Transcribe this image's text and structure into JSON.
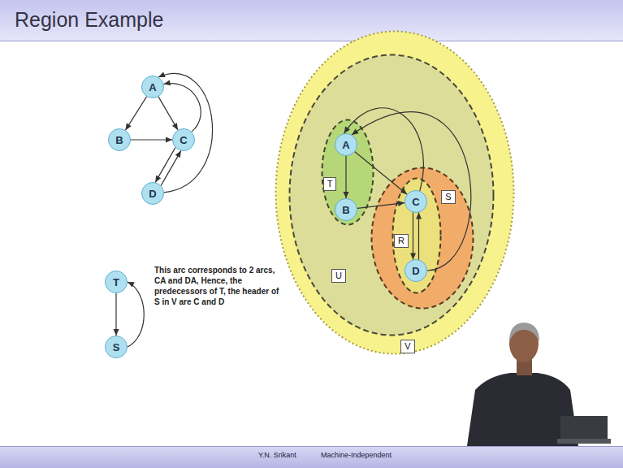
{
  "diagram": {
    "title": "Region Example",
    "nodes": [
      {
        "text": [
          "A"
        ]
      },
      {
        "text": [
          "B"
        ]
      },
      {
        "text": [
          "C"
        ]
      },
      {
        "text": [
          "D"
        ]
      },
      {
        "text": [
          "T"
        ]
      },
      {
        "text": [
          "S"
        ]
      },
      {
        "text": [
          "V"
        ]
      },
      {
        "text": [
          "U"
        ],
        "in": 6
      },
      {
        "text": [
          "T"
        ],
        "in": 7
      },
      {
        "text": [
          "A"
        ],
        "in": 8
      },
      {
        "text": [
          "B"
        ],
        "in": 8
      },
      {
        "text": [
          "S"
        ],
        "in": 7
      },
      {
        "text": [
          "R"
        ],
        "in": 11
      },
      {
        "text": [
          "C"
        ],
        "in": 12
      },
      {
        "text": [
          "D"
        ],
        "in": 12
      }
    ],
    "edges": [
      {
        "from": 0,
        "to": 1,
        "arrow": "to"
      },
      {
        "from": 0,
        "to": 2,
        "arrow": "to"
      },
      {
        "from": 1,
        "to": 2,
        "arrow": "to"
      },
      {
        "from": 2,
        "to": 3,
        "arrow": "to"
      },
      {
        "from": 3,
        "to": 2,
        "arrow": "to"
      },
      {
        "from": 2,
        "to": 0,
        "arrow": "to"
      },
      {
        "from": 3,
        "to": 0,
        "arrow": "to"
      },
      {
        "from": 4,
        "to": 5,
        "arrow": "to"
      },
      {
        "from": 5,
        "to": 4,
        "arrow": "to"
      },
      {
        "from": 9,
        "to": 10,
        "arrow": "to"
      },
      {
        "from": 9,
        "to": 13,
        "arrow": "to"
      },
      {
        "from": 10,
        "to": 13,
        "arrow": "to"
      },
      {
        "from": 13,
        "to": 14,
        "arrow": "to"
      },
      {
        "from": 14,
        "to": 13,
        "arrow": "to"
      },
      {
        "from": 13,
        "to": 9,
        "arrow": "to"
      },
      {
        "from": 14,
        "to": 9,
        "arrow": "to"
      }
    ],
    "labels": [
      "This arc corresponds to 2 arcs, CA and DA, Hence, the predecessors of T, the header of S in V are C and D",
      "Y.N. Srikant",
      "Machine-Independent"
    ]
  }
}
